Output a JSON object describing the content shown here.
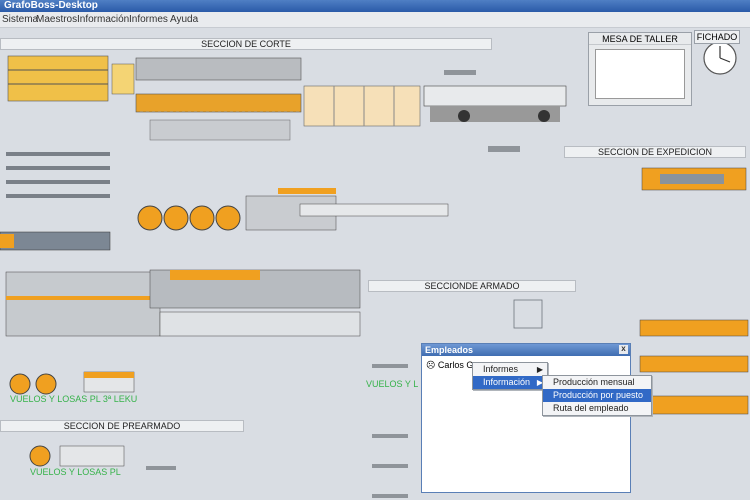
{
  "window": {
    "title": "GrafoBoss-Desktop"
  },
  "menubar": {
    "items": [
      "Sistema",
      "Maestros",
      "Información",
      "Informes",
      "Ayuda"
    ]
  },
  "sections": {
    "corte": "SECCION DE CORTE",
    "expedicion": "SECCION DE EXPEDICION",
    "armado": "SECCIONDE ARMADO",
    "prearmado": "SECCION DE PREARMADO"
  },
  "mesa_taller": {
    "label": "MESA DE TALLER"
  },
  "fichado": {
    "label": "FICHADO"
  },
  "captions": {
    "vuelos_1": "VUELOS Y LOSAS PL 3ª LEKU",
    "vuelos_2": "VUELOS Y L",
    "vuelos_3": "VUELOS Y LOSAS PL"
  },
  "empleados_dialog": {
    "title": "Empleados",
    "close": "x",
    "employee": "Carlos G"
  },
  "context_menu": {
    "items": [
      "Informes",
      "Información"
    ]
  },
  "submenu": {
    "items": [
      "Producción mensual",
      "Producción por puesto",
      "Ruta del empleado"
    ],
    "active_index": 1
  },
  "colors": {
    "accent": "#3169c6",
    "machine_orange": "#f0a020",
    "machine_blue": "#3a5a8a"
  }
}
